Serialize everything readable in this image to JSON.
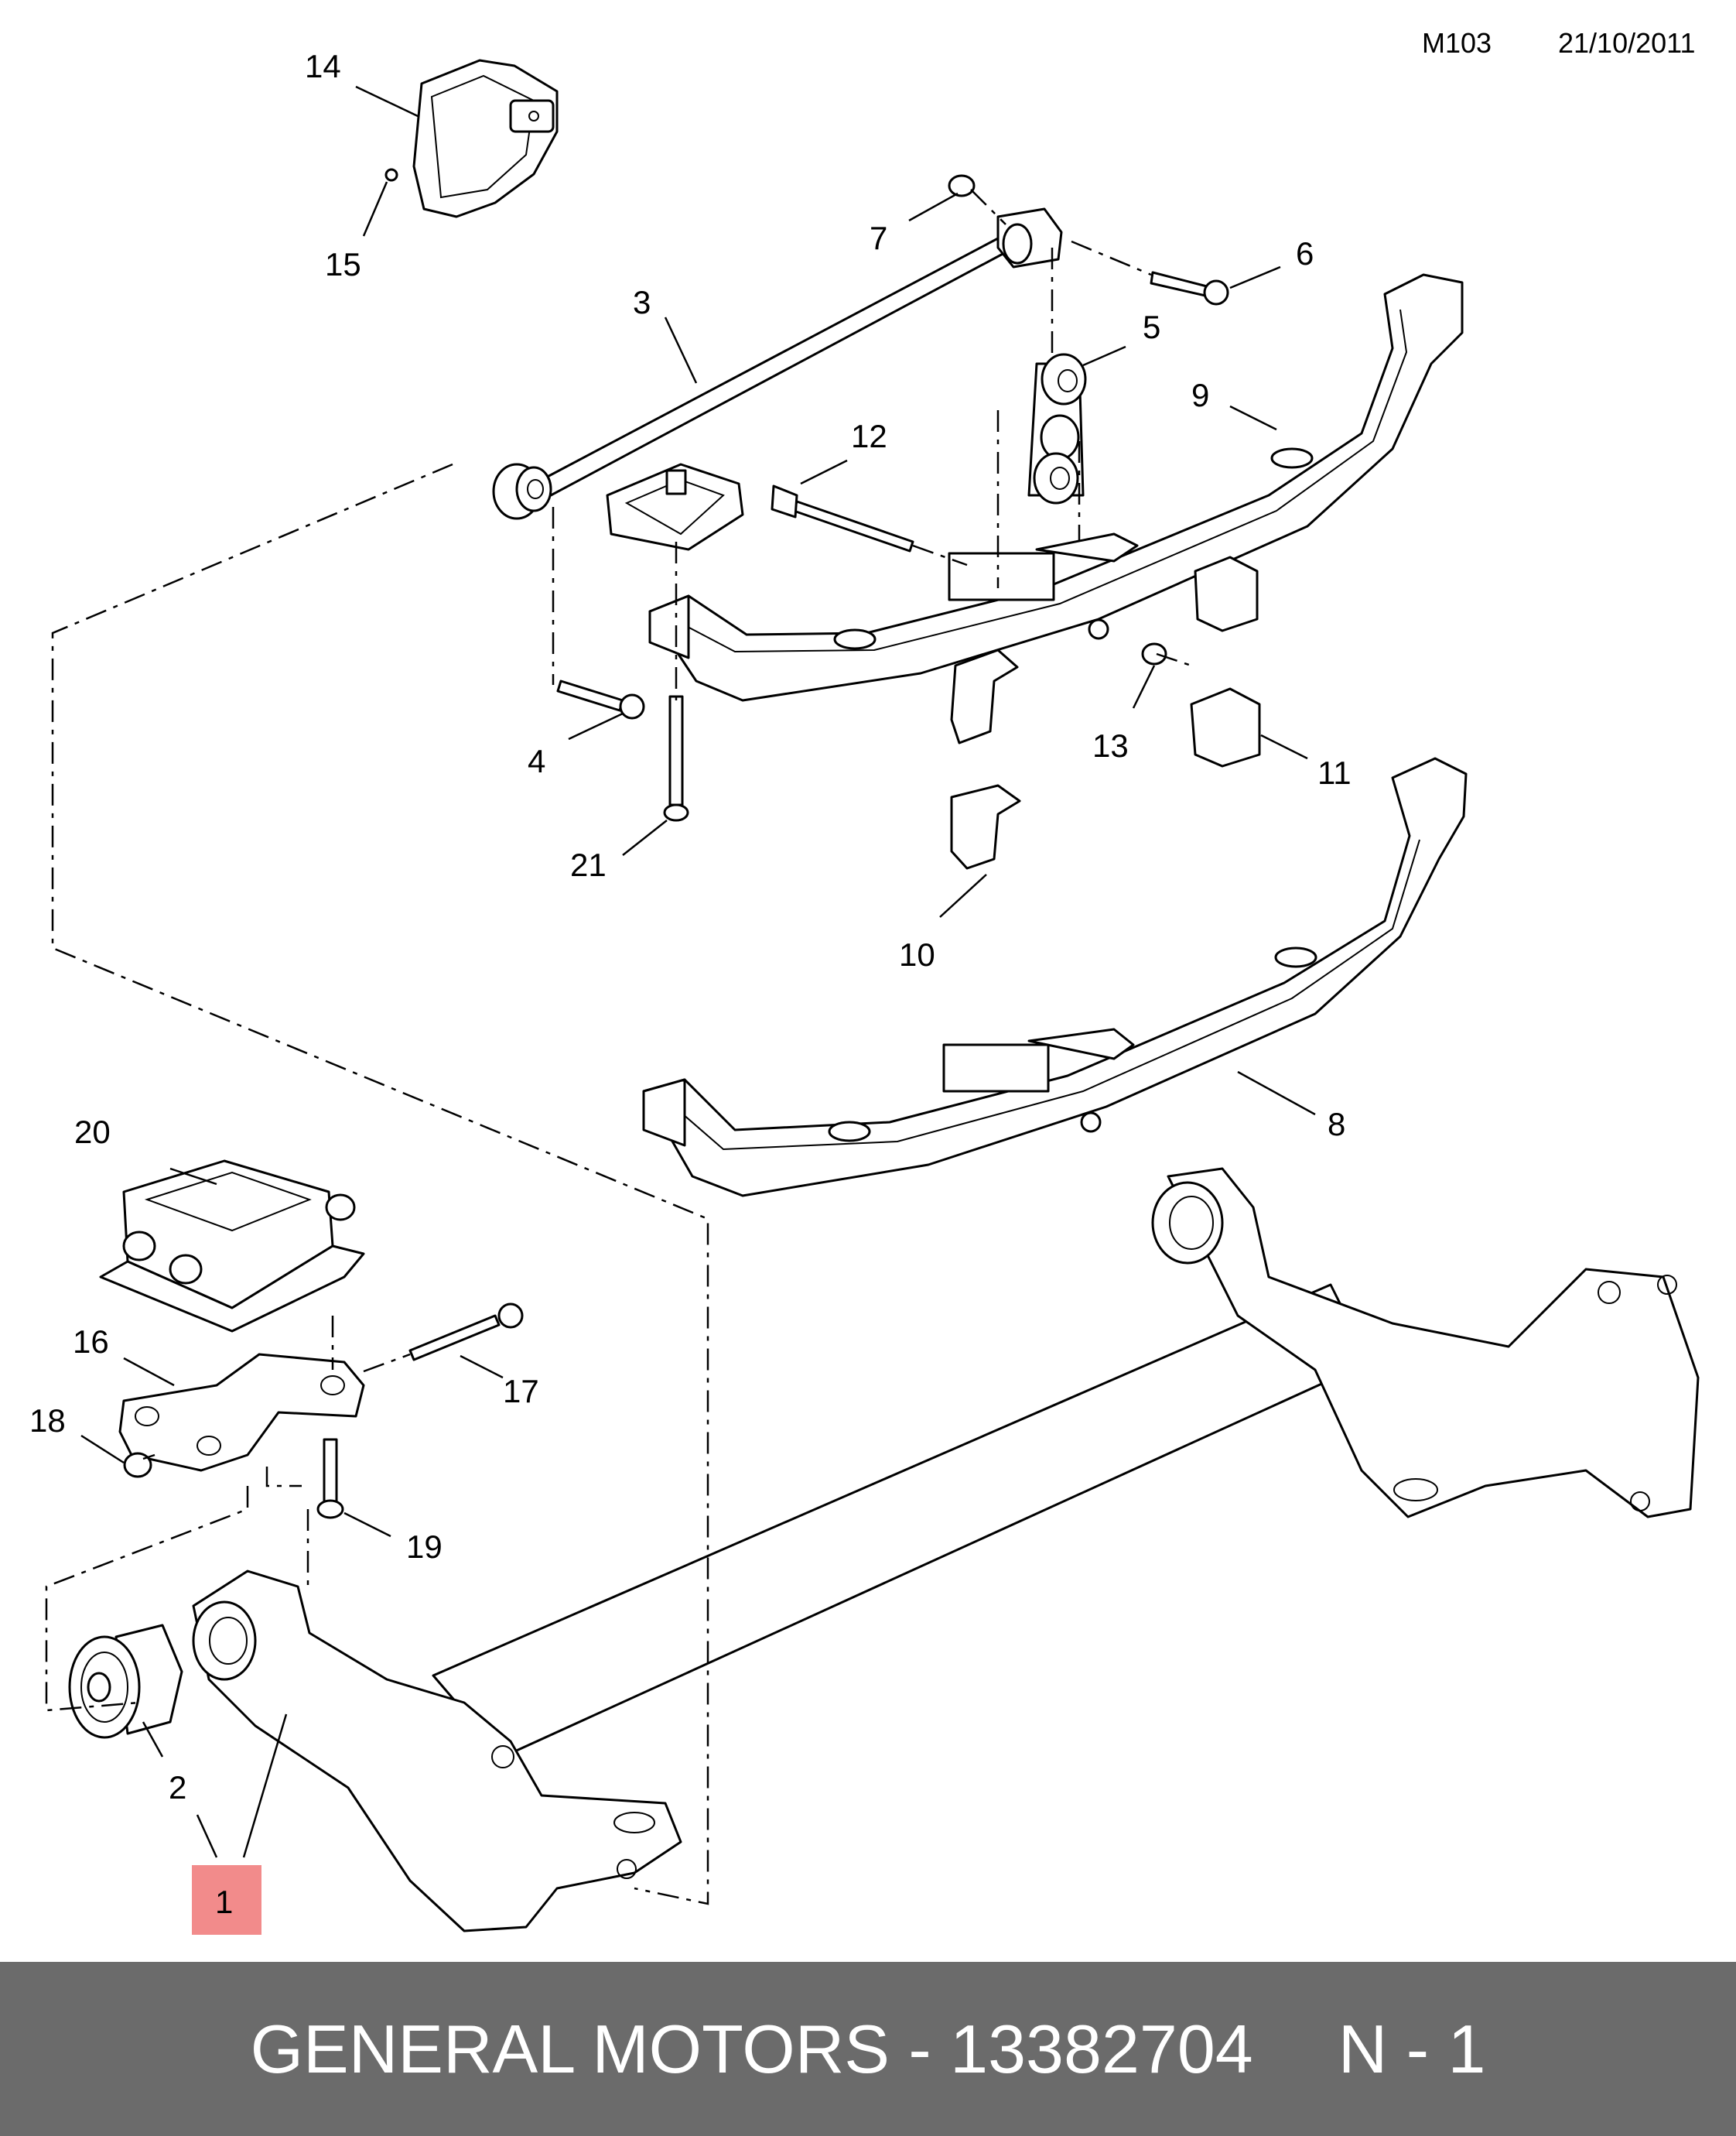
{
  "header": {
    "diagram_code": "M103",
    "date": "21/10/2011"
  },
  "callouts": {
    "c1": "1",
    "c2": "2",
    "c3": "3",
    "c4": "4",
    "c5": "5",
    "c6": "6",
    "c7": "7",
    "c8": "8",
    "c9": "9",
    "c10": "10",
    "c11": "11",
    "c12": "12",
    "c13": "13",
    "c14": "14",
    "c15": "15",
    "c16": "16",
    "c17": "17",
    "c18": "18",
    "c19": "19",
    "c20": "20",
    "c21": "21"
  },
  "highlight": {
    "callout": "1",
    "color": "#f28b8b"
  },
  "footer": {
    "brand_part": "GENERAL MOTORS - 13382704",
    "quantity": "N - 1",
    "background": "#6b6b6b"
  }
}
